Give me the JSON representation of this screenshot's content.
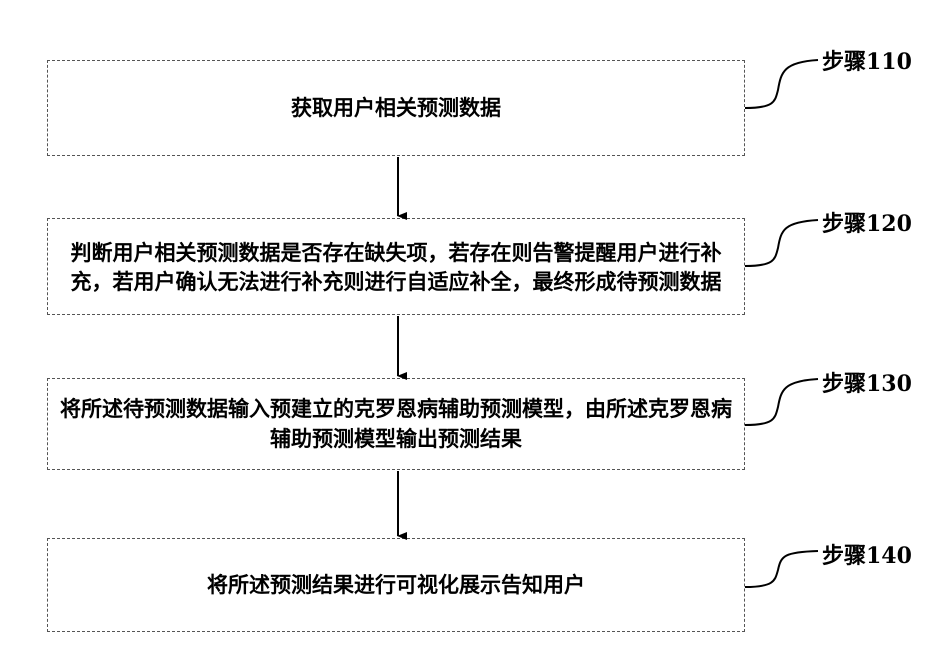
{
  "steps": [
    {
      "label": "步骤110",
      "text": "获取用户相关预测数据"
    },
    {
      "label": "步骤120",
      "text": "判断用户相关预测数据是否存在缺失项，若存在则告警提醒用户进行补充，若用户确认无法进行补充则进行自适应补全，最终形成待预测数据"
    },
    {
      "label": "步骤130",
      "text": "将所述待预测数据输入预建立的克罗恩病辅助预测模型，由所述克罗恩病辅助预测模型输出预测结果"
    },
    {
      "label": "步骤140",
      "text": "将所述预测结果进行可视化展示告知用户"
    }
  ]
}
